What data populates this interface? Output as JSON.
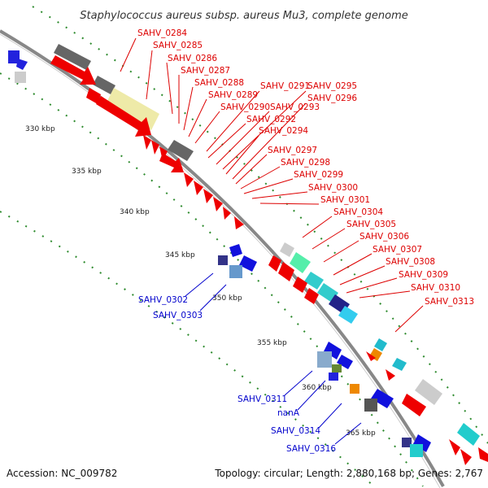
{
  "title": "Staphylococcus aureus subsp. aureus Mu3, complete genome",
  "footer": {
    "accession": "Accession: NC_009782",
    "topology": "Topology: circular; Length: 2,880,168 bp; Genes: 2,767"
  },
  "colors": {
    "backbone": "#888888",
    "tick": "#2e8b2e",
    "label_red": "#dd0000",
    "label_blue": "#0000cc"
  },
  "kbp_labels": [
    "330 kbp",
    "335 kbp",
    "340 kbp",
    "345 kbp",
    "350 kbp",
    "355 kbp",
    "360 kbp",
    "365 kbp"
  ],
  "red_labels": [
    "SAHV_0284",
    "SAHV_0285",
    "SAHV_0286",
    "SAHV_0287",
    "SAHV_0288",
    "SAHV_0289",
    "SAHV_0290",
    "SAHV_0291",
    "SAHV_0292",
    "SAHV_0293",
    "SAHV_0294",
    "SAHV_0295",
    "SAHV_0296",
    "SAHV_0297",
    "SAHV_0298",
    "SAHV_0299",
    "SAHV_0300",
    "SAHV_0301",
    "SAHV_0304",
    "SAHV_0305",
    "SAHV_0306",
    "SAHV_0307",
    "SAHV_0308",
    "SAHV_0309",
    "SAHV_0310",
    "SAHV_0313"
  ],
  "blue_labels": [
    "SAHV_0302",
    "SAHV_0303",
    "SAHV_0311",
    "nanA",
    "SAHV_0314",
    "SAHV_0316"
  ]
}
